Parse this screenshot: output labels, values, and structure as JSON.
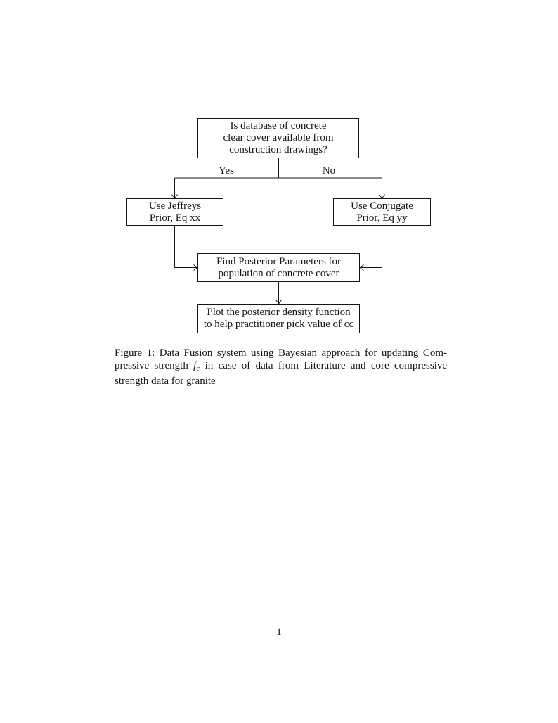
{
  "flowchart": {
    "nodes": {
      "decision": {
        "lines": [
          "Is database of concrete",
          "clear cover available from",
          "construction drawings?"
        ]
      },
      "jeffreys": {
        "lines": [
          "Use Jeffreys",
          "Prior, Eq xx"
        ]
      },
      "conjugate": {
        "lines": [
          "Use Conjugate",
          "Prior, Eq yy"
        ]
      },
      "posterior": {
        "lines": [
          "Find Posterior Parameters for",
          "population of concrete cover"
        ]
      },
      "plot": {
        "lines": [
          "Plot the posterior density function",
          "to help practitioner pick value of cc"
        ]
      }
    },
    "edge_labels": {
      "yes": "Yes",
      "no": "No"
    }
  },
  "caption": {
    "line1": "Figure 1: Data Fusion system using Bayesian approach for updating Com-",
    "line2_pre": "pressive strength ",
    "math_base": "f",
    "math_sub": "c",
    "line2_post": " in case of data from Literature and core compressive",
    "line3": "strength data for granite"
  },
  "page": {
    "number": "1"
  },
  "colors": {
    "text": "#141414",
    "line": "#141414",
    "background": "#ffffff"
  }
}
